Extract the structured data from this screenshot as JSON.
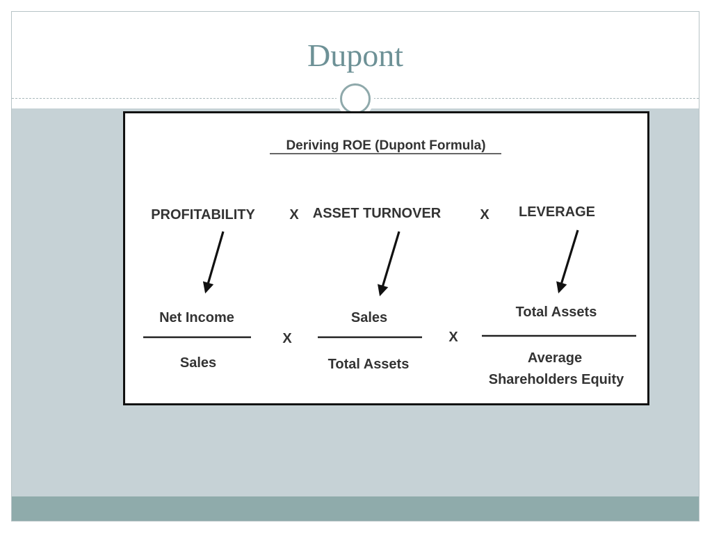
{
  "slide": {
    "title": "Dupont"
  },
  "diagram": {
    "heading": "Deriving ROE (Dupont Formula)",
    "factors": [
      "PROFITABILITY",
      "ASSET TURNOVER",
      "LEVERAGE"
    ],
    "operator": "X",
    "fractions": [
      {
        "numerator": "Net Income",
        "denominator": [
          "Sales"
        ]
      },
      {
        "numerator": "Sales",
        "denominator": [
          "Total Assets"
        ]
      },
      {
        "numerator": "Total Assets",
        "denominator": [
          "Average",
          "Shareholders Equity"
        ]
      }
    ]
  },
  "colors": {
    "title": "#6d9196",
    "content_background": "#c6d2d6",
    "footer": "#8fabab",
    "box_border": "#111111",
    "diagram_text": "#333333"
  }
}
